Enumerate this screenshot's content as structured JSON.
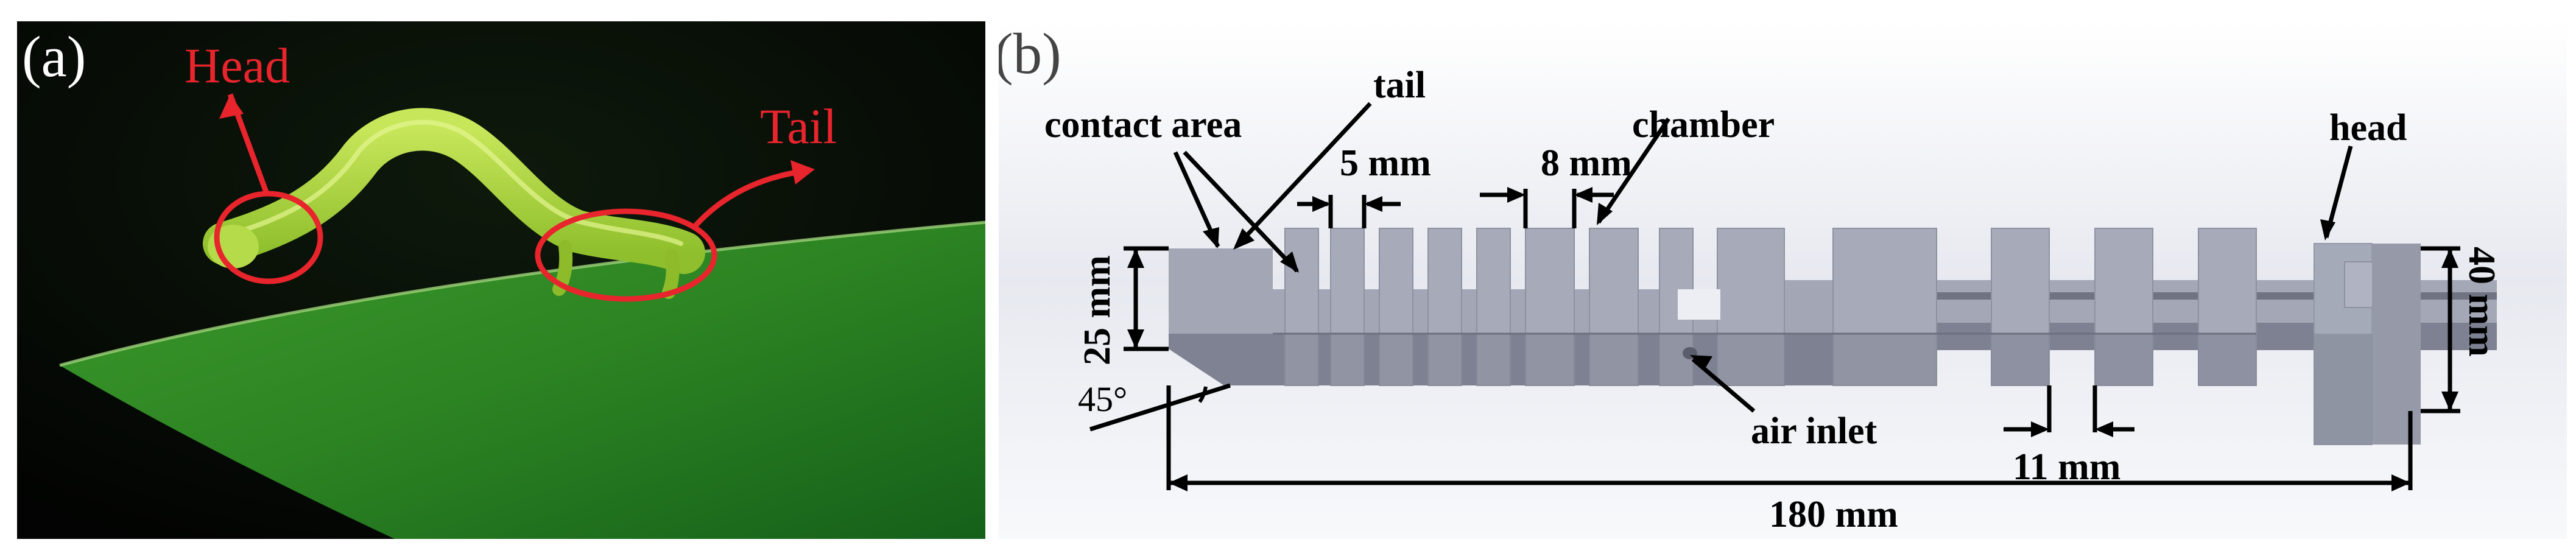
{
  "panel_a": {
    "label": "(a)",
    "head_label": "Head",
    "tail_label": "Tail",
    "colors": {
      "annotation": "#e8242c",
      "background": "#050605",
      "leaf": "#2f8a22",
      "caterpillar": "#9ccc32"
    }
  },
  "panel_b": {
    "label": "(b)",
    "labels": {
      "contact_area": "contact area",
      "tail": "tail",
      "chamber": "chamber",
      "head": "head",
      "air_inlet": "air inlet"
    },
    "dimensions": {
      "spacing_5": "5 mm",
      "spacing_8": "8 mm",
      "height_25": "25 mm",
      "height_40": "40 mm",
      "angle": "45°",
      "gap_11": "11 mm",
      "length_180": "180 mm"
    },
    "colors": {
      "body_top": "#9ea2b1",
      "body_bottom": "#7d8191",
      "background": "#eef0f5"
    }
  }
}
